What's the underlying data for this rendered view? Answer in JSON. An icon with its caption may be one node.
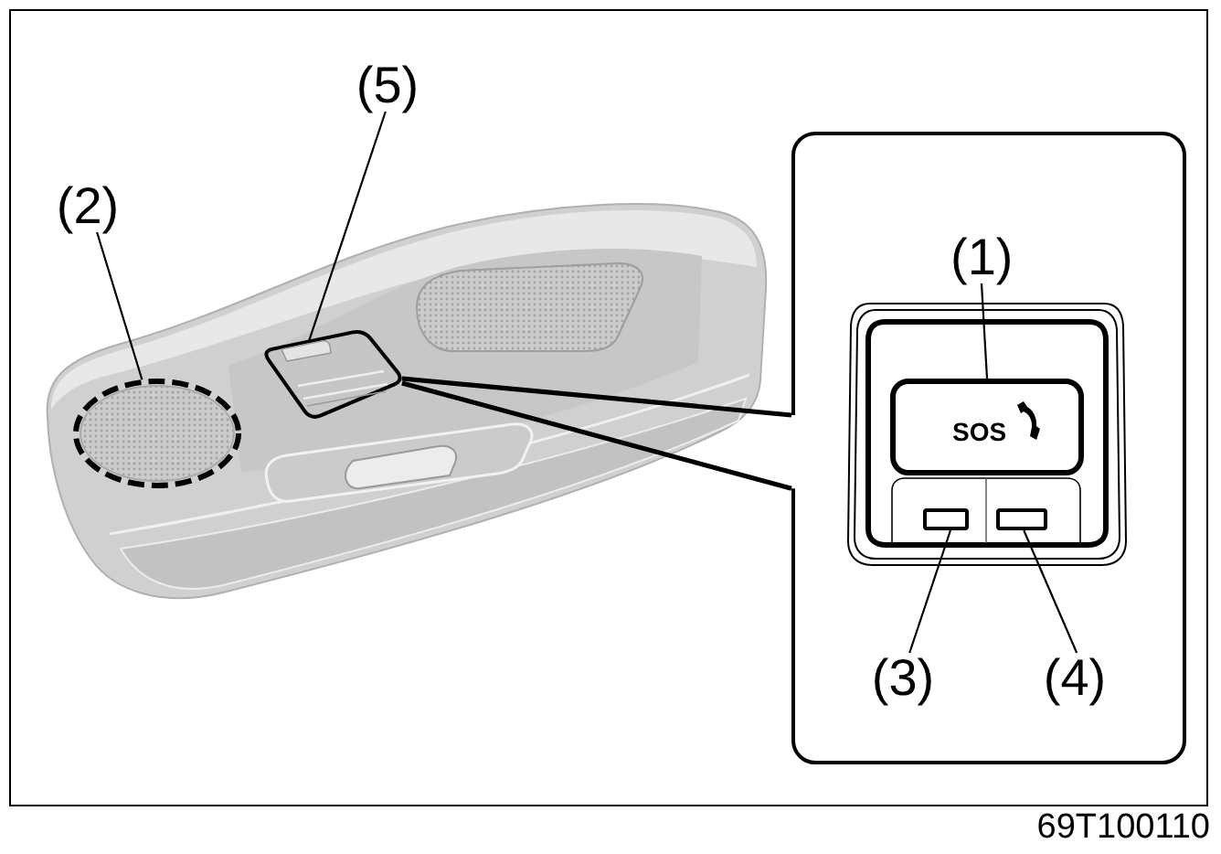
{
  "diagram": {
    "nodes": [
      {
        "text": [
          "(5)"
        ]
      },
      {
        "text": [
          "(2)"
        ]
      },
      {
        "text": [],
        "shape": "circle"
      },
      {
        "text": [],
        "shape": "box"
      },
      {
        "text": [],
        "shape": "box"
      },
      {
        "text": [
          "(1)"
        ],
        "in": 4
      },
      {
        "text": [
          "SOS"
        ],
        "in": 4
      },
      {
        "text": [
          "(3)"
        ],
        "in": 4
      },
      {
        "text": [],
        "shape": "box",
        "in": 4
      },
      {
        "text": [
          "(4)"
        ],
        "in": 4
      },
      {
        "text": [],
        "shape": "box",
        "in": 4
      }
    ],
    "edges": [
      {
        "from": 0,
        "to": 3,
        "arrow": "none"
      },
      {
        "from": 1,
        "to": 2,
        "arrow": "none"
      },
      {
        "from": 5,
        "to": 6,
        "arrow": "none"
      },
      {
        "from": 7,
        "to": 8,
        "arrow": "none"
      },
      {
        "from": 9,
        "to": 10,
        "arrow": "none"
      },
      {
        "from": 3,
        "to": 4,
        "arrow": "none",
        "style": "thick"
      },
      {
        "from": 3,
        "to": 4,
        "arrow": "none",
        "style": "thick"
      }
    ],
    "labels": [
      "69T100110"
    ]
  }
}
